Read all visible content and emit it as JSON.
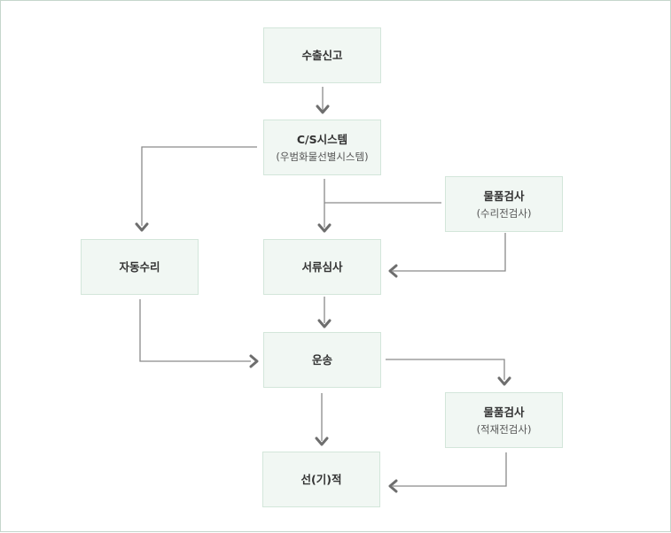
{
  "nodes": {
    "export_declaration": {
      "title": "수출신고"
    },
    "cs_system": {
      "title": "C/S시스템",
      "subtitle": "(우범화물선별시스템)"
    },
    "goods_inspection_pre": {
      "title": "물품검사",
      "subtitle": "(수리전검사)"
    },
    "auto_acceptance": {
      "title": "자동수리"
    },
    "document_review": {
      "title": "서류심사"
    },
    "transport": {
      "title": "운송"
    },
    "goods_inspection_loading": {
      "title": "물품검사",
      "subtitle": "(적재전검사)"
    },
    "ship_loading": {
      "title": "선(기)적"
    }
  },
  "colors": {
    "node_fill": "#f1f7f3",
    "node_border": "#d3e6da",
    "line": "#8a8a8a",
    "arrowhead": "#6e6e6e"
  }
}
